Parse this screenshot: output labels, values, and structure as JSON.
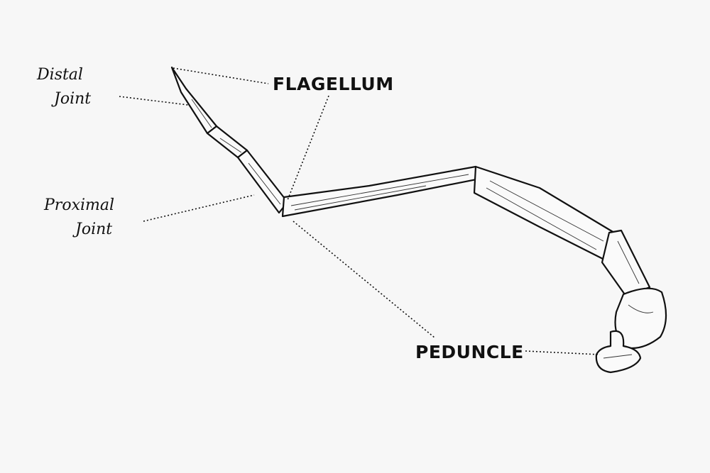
{
  "title": "Antenna structure diagram",
  "labels": {
    "flagellum": "FLAGELLUM",
    "peduncle": "PEDUNCLE",
    "distal_joint": [
      "Distal",
      "Joint"
    ],
    "proximal_joint": [
      "Proximal",
      "Joint"
    ]
  }
}
